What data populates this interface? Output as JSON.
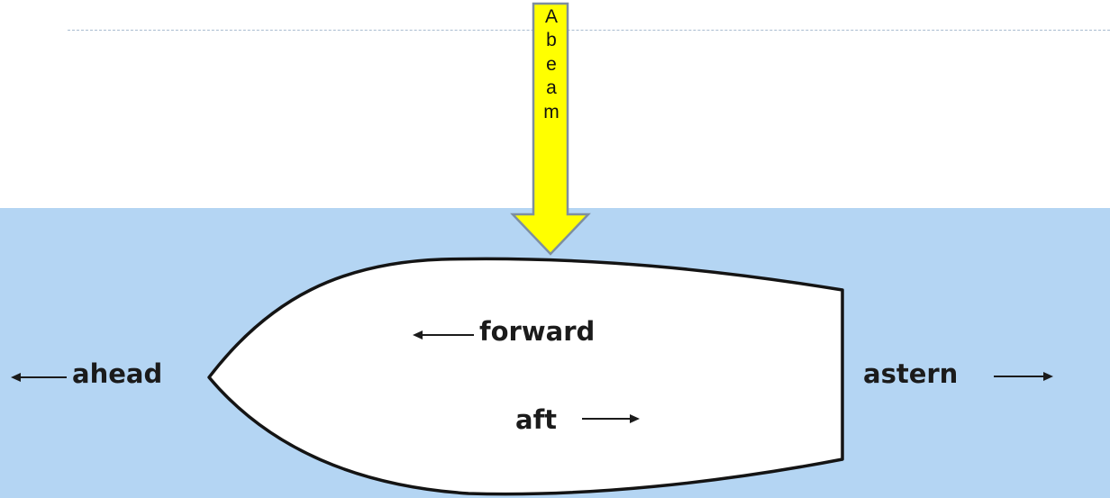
{
  "diagram": {
    "colors": {
      "water": "#b4d5f3",
      "hull_fill": "#ffffff",
      "hull_outline": "#141414",
      "callout_fill": "#ffff00",
      "callout_outline": "#7d8ea0",
      "top_rule": "#a9bcd0"
    },
    "callout": {
      "letters": [
        "A",
        "b",
        "e",
        "a",
        "m"
      ]
    },
    "labels": {
      "ahead": "ahead",
      "forward": "forward",
      "aft": "aft",
      "astern": "astern"
    },
    "arrows": {
      "ahead": "left",
      "forward": "left",
      "aft": "right",
      "astern": "right"
    }
  }
}
